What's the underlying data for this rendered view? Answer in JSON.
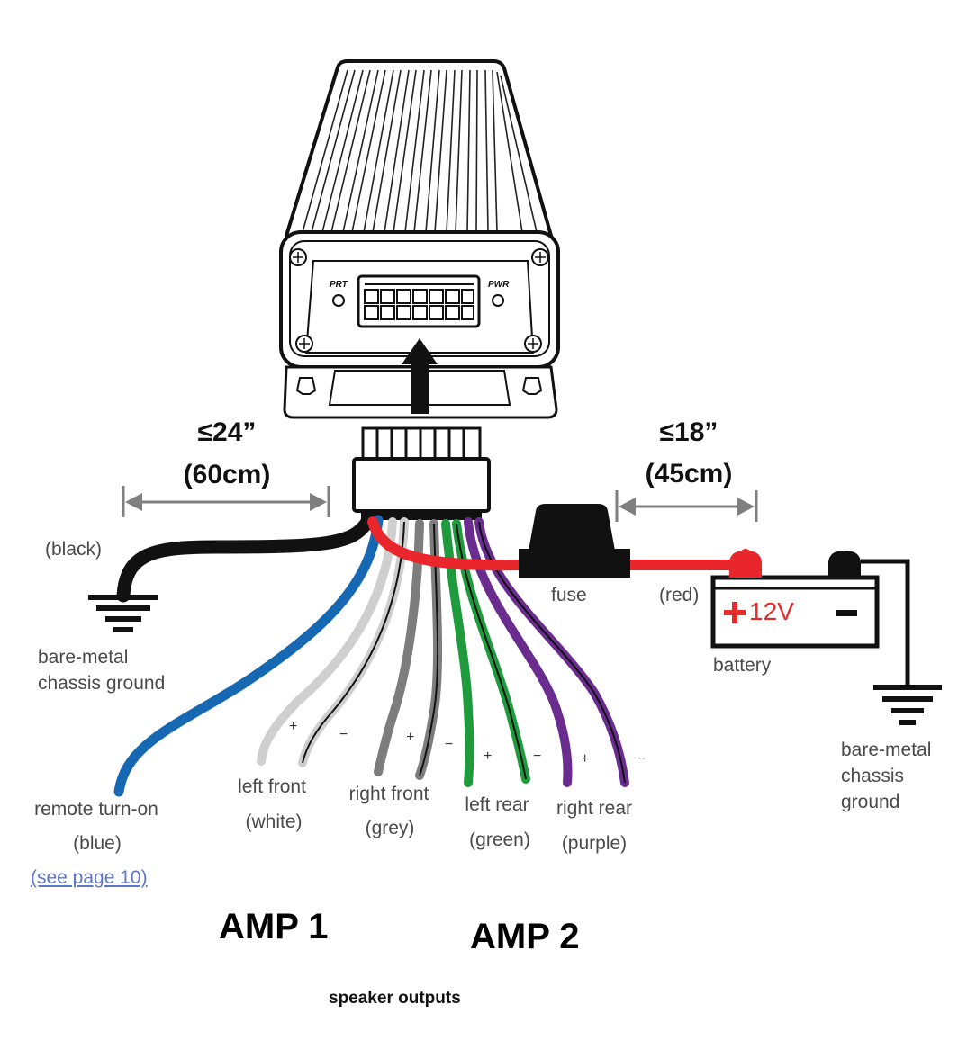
{
  "dimensions": {
    "left": {
      "max": "≤24”",
      "metric": "(60cm)"
    },
    "right": {
      "max": "≤18”",
      "metric": "(45cm)"
    }
  },
  "amp_leds": {
    "left": "PRT",
    "right": "PWR"
  },
  "ground_left": {
    "wire": "(black)",
    "line1": "bare-metal",
    "line2": "chassis ground"
  },
  "fuse_label": "fuse",
  "power_wire": "(red)",
  "battery": {
    "label": "battery",
    "positive": "12V"
  },
  "ground_right": {
    "line1": "bare-metal",
    "line2": "chassis",
    "line3": "ground"
  },
  "remote": {
    "line1": "remote turn-on",
    "line2": "(blue)",
    "link": "(see page 10)"
  },
  "speakers": [
    {
      "name": "left front",
      "color": "(white)"
    },
    {
      "name": "right front",
      "color": "(grey)"
    },
    {
      "name": "left rear",
      "color": "(green)"
    },
    {
      "name": "right rear",
      "color": "(purple)"
    }
  ],
  "polarity": {
    "plus": "+",
    "minus": "−"
  },
  "amp1": "AMP 1",
  "amp2": "AMP 2",
  "caption": "speaker outputs",
  "colors": {
    "red_wire": "#e8262b",
    "blue_wire": "#1768b3",
    "green_wire": "#1f9a3d",
    "purple_wire": "#6a2c8f",
    "white_wire": "#cfcfcf",
    "grey_wire": "#7d7d7d",
    "dimension_grey": "#7f7f7f"
  }
}
